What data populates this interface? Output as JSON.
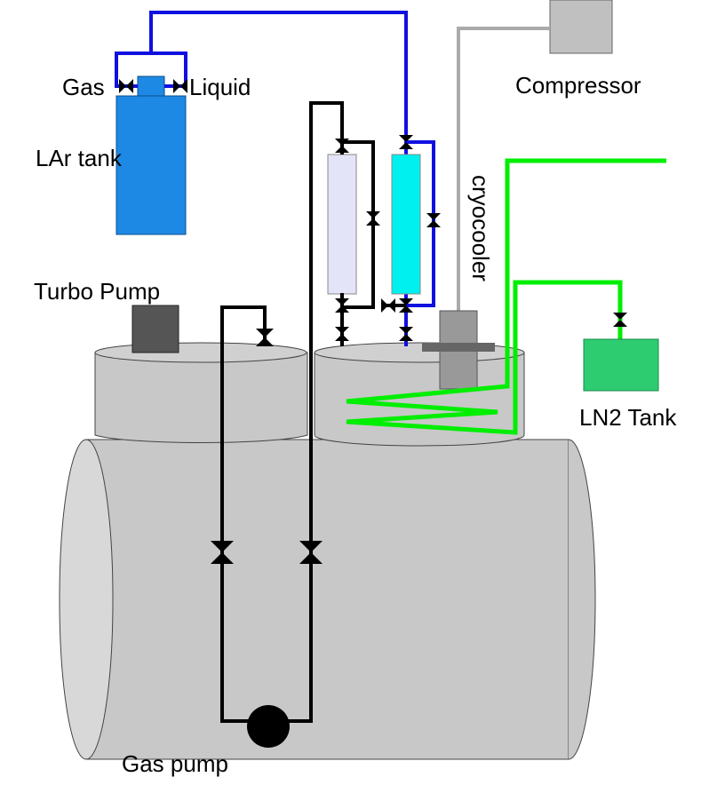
{
  "labels": {
    "gas": "Gas",
    "liquid": "Liquid",
    "lar_tank": "LAr tank",
    "compressor": "Compressor",
    "cryocooler": "cryocooler",
    "turbo_pump": "Turbo Pump",
    "ln2_tank": "LN2 Tank",
    "gas_pump": "Gas pump"
  },
  "colors": {
    "vessel": "#c8c8c8",
    "vessel_end": "#d8d8d8",
    "lar_tank": "#1e88e5",
    "lar_line": "#1010e0",
    "filter_white": "#e4e4f8",
    "filter_cyan": "#00f0f0",
    "ln2_line": "#00ee00",
    "ln2_tank": "#2ecc71",
    "cryo_line": "#aaaaaa",
    "compressor": "#c0c0c0",
    "turbo_pump": "#555555",
    "black_line": "#000000"
  },
  "icons": [
    "valve-icon",
    "pump-icon"
  ]
}
